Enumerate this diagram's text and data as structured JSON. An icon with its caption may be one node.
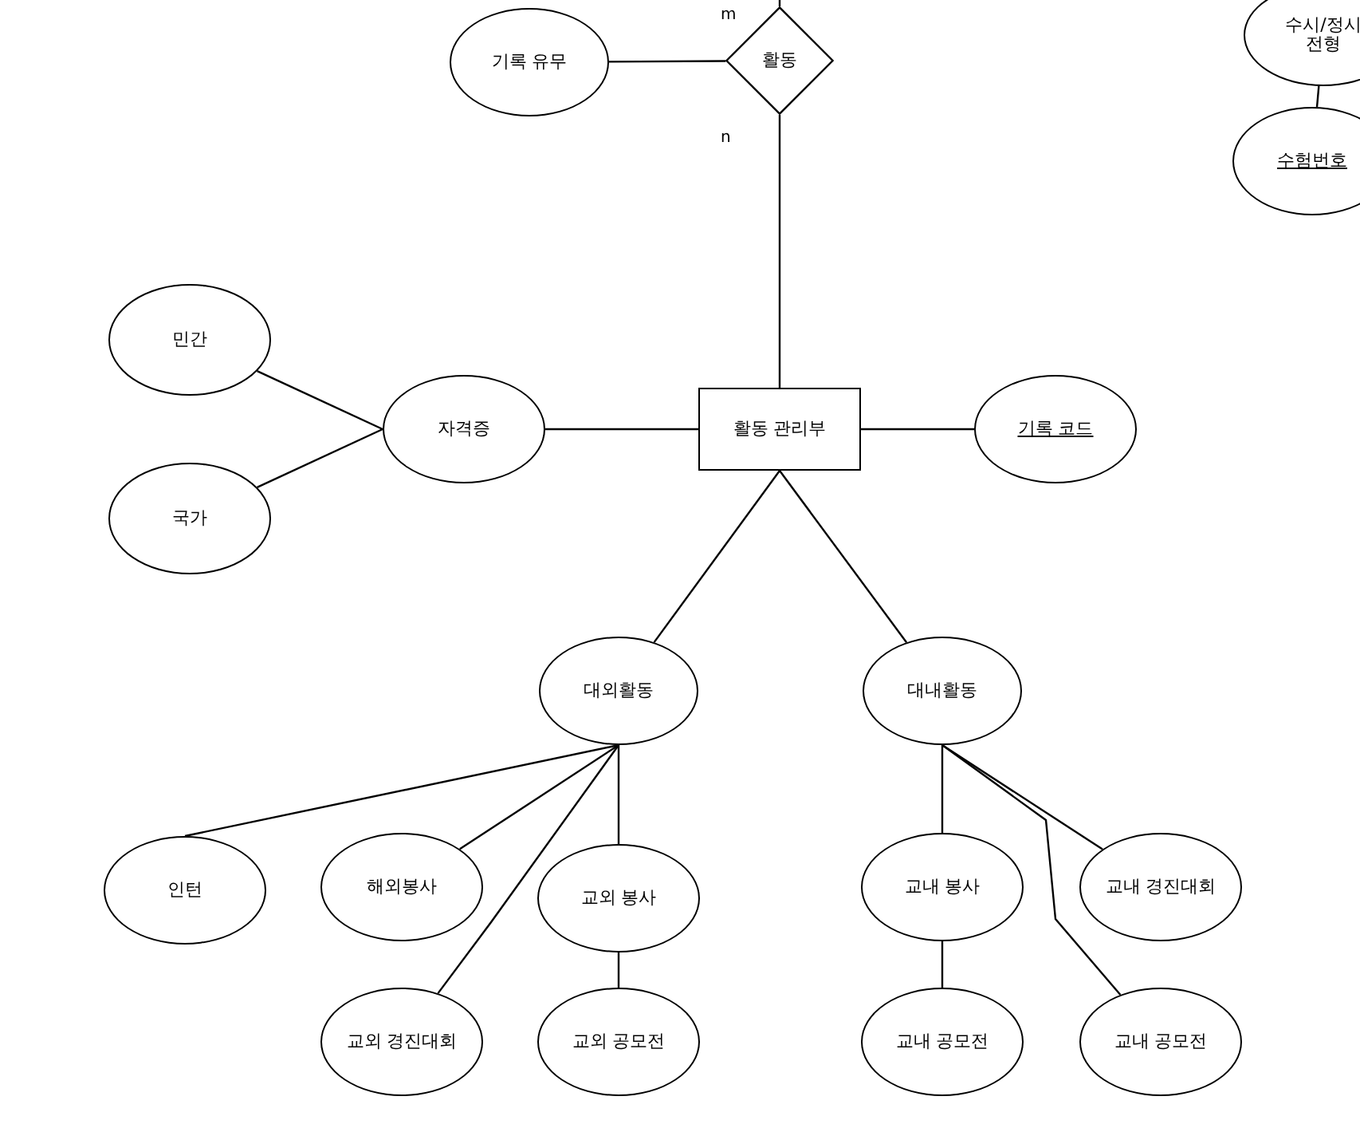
{
  "diagram": {
    "nodes": [
      {
        "text": [
          "기록 유무"
        ]
      },
      {
        "text": [
          "활동"
        ]
      },
      {
        "text": [
          "수시/정시 전형"
        ]
      },
      {
        "text": [
          "수험번호"
        ]
      },
      {
        "text": [
          "민간"
        ]
      },
      {
        "text": [
          "국가"
        ]
      },
      {
        "text": [
          "자격증"
        ]
      },
      {
        "text": [
          "활동 관리부"
        ]
      },
      {
        "text": [
          "기록 코드"
        ]
      },
      {
        "text": [
          "대외활동"
        ]
      },
      {
        "text": [
          "대내활동"
        ]
      },
      {
        "text": [
          "인턴"
        ]
      },
      {
        "text": [
          "해외봉사"
        ]
      },
      {
        "text": [
          "교외 봉사"
        ]
      },
      {
        "text": [
          "교외 경진대회"
        ]
      },
      {
        "text": [
          "교외 공모전"
        ]
      },
      {
        "text": [
          "교내 봉사"
        ]
      },
      {
        "text": [
          "교내 경진대회"
        ]
      },
      {
        "text": [
          "교내 공모전"
        ]
      },
      {
        "text": [
          "교내 공모전"
        ]
      }
    ],
    "edges": [
      {
        "from": 0,
        "to": 1,
        "arrow": "none"
      },
      {
        "from": null,
        "to": 1,
        "arrow": "none",
        "label": "m"
      },
      {
        "from": 1,
        "to": 7,
        "arrow": "none",
        "label": "n"
      },
      {
        "from": 2,
        "to": 3,
        "arrow": "none"
      },
      {
        "from": 4,
        "to": 6,
        "arrow": "none"
      },
      {
        "from": 5,
        "to": 6,
        "arrow": "none"
      },
      {
        "from": 6,
        "to": 7,
        "arrow": "none"
      },
      {
        "from": 7,
        "to": 8,
        "arrow": "none"
      },
      {
        "from": 7,
        "to": 9,
        "arrow": "none"
      },
      {
        "from": 7,
        "to": 10,
        "arrow": "none"
      },
      {
        "from": 9,
        "to": 11,
        "arrow": "none"
      },
      {
        "from": 9,
        "to": 12,
        "arrow": "none"
      },
      {
        "from": 9,
        "to": 14,
        "arrow": "none"
      },
      {
        "from": 9,
        "to": 13,
        "arrow": "none"
      },
      {
        "from": 13,
        "to": 15,
        "arrow": "none"
      },
      {
        "from": 10,
        "to": 16,
        "arrow": "none"
      },
      {
        "from": 10,
        "to": 17,
        "arrow": "none"
      },
      {
        "from": 10,
        "to": 19,
        "arrow": "none"
      },
      {
        "from": 16,
        "to": 18,
        "arrow": "none"
      }
    ]
  }
}
